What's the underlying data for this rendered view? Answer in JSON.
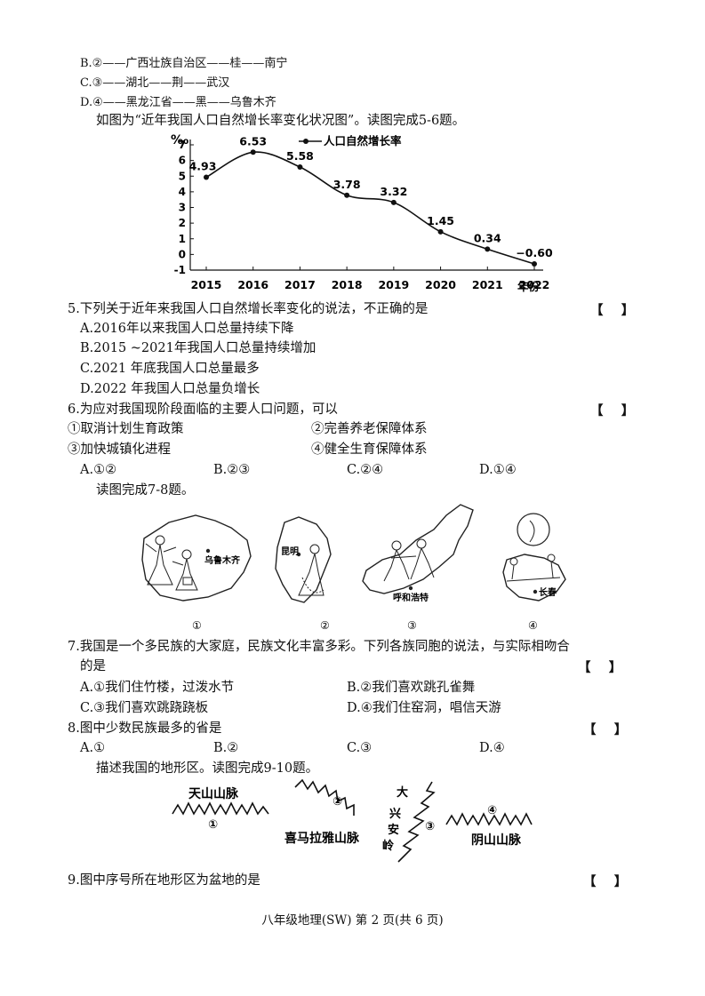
{
  "top_options": [
    "B.②——广西壮族自治区——桂——南宁",
    "C.③——湖北——荆——武汉",
    "D.④——黑龙江省——黑——乌鲁木齐"
  ],
  "intro_5_6": "如图为“近年我国人口自然增长率变化状况图”。读图完成5-6题。",
  "chart_data": {
    "type": "line",
    "title": "",
    "ylabel": "‰",
    "xlabel": "年份",
    "legend": "人口自然增长率",
    "legend_position": "top-right",
    "ylim": [
      -1,
      7
    ],
    "y_ticks": [
      "-1",
      "0",
      "1",
      "2",
      "3",
      "4",
      "5",
      "6",
      "7"
    ],
    "categories": [
      "2015",
      "2016",
      "2017",
      "2018",
      "2019",
      "2020",
      "2021",
      "2022"
    ],
    "series": [
      {
        "name": "人口自然增长率",
        "values": [
          4.93,
          6.53,
          5.58,
          3.78,
          3.32,
          1.45,
          0.34,
          -0.6
        ]
      }
    ],
    "data_labels": [
      "4.93",
      "6.53",
      "5.58",
      "3.78",
      "3.32",
      "1.45",
      "0.34",
      "−0.60"
    ],
    "grid": false
  },
  "q5": {
    "stem": "5.下列关于近年来我国人口自然增长率变化的说法，不正确的是",
    "bracket": "【    】",
    "options": [
      "A.2016年以来我国人口总量持续下降",
      "B.2015 ~2021年我国人口总量持续增加",
      "C.2021 年底我国人口总量最多",
      "D.2022 年我国人口总量负增长"
    ]
  },
  "q6": {
    "stem": "6.为应对我国现阶段面临的主要人口问题，可以",
    "bracket": "【    】",
    "items": [
      "①取消计划生育政策",
      "②完善养老保障体系",
      "③加快城镇化进程",
      "④健全生育保障体系"
    ],
    "options": [
      "A.①②",
      "B.②③",
      "C.②④",
      "D.①④"
    ]
  },
  "intro_7_8": "读图完成7-8题。",
  "maps": {
    "labels": [
      "乌鲁木齐",
      "昆明",
      "呼和浩特",
      "长春"
    ],
    "numbers": [
      "①",
      "②",
      "③",
      "④"
    ]
  },
  "q7": {
    "stem_line1": "7.我国是一个多民族的大家庭，民族文化丰富多彩。下列各族同胞的说法，与实际相吻合",
    "stem_line2": "的是",
    "bracket": "【    】",
    "options": [
      "A.①我们住竹楼，过泼水节",
      "B.②我们喜欢跳孔雀舞",
      "C.③我们喜欢跳跷跷板",
      "D.④我们住窑洞，唱信天游"
    ]
  },
  "q8": {
    "stem": "8.图中少数民族最多的省是",
    "bracket": "【    】",
    "options": [
      "A.①",
      "B.②",
      "C.③",
      "D.④"
    ]
  },
  "intro_9_10": "描述我国的地形区。读图完成9-10题。",
  "terrain": {
    "tianshan": "天山山脉",
    "himalaya": "喜马拉雅山脉",
    "xinganling": [
      "大",
      "兴",
      "安",
      "岭"
    ],
    "yinshan": "阴山山脉",
    "numbers": [
      "①",
      "②",
      "③",
      "④"
    ]
  },
  "q9": {
    "stem": "9.图中序号所在地形区为盆地的是",
    "bracket": "【    】"
  },
  "footer": "八年级地理(SW) 第 2 页(共 6 页)"
}
